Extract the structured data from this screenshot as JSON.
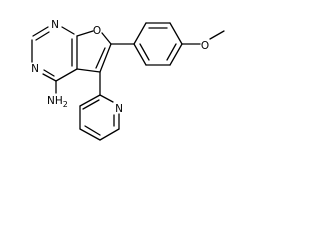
{
  "molecule": {
    "atoms": {
      "n1": "N",
      "n3": "N",
      "o_ring": "O",
      "o_methoxy": "O",
      "n_pyridine": "N",
      "amine": "NH2",
      "amine_main": "NH",
      "amine_sub": "2"
    }
  }
}
